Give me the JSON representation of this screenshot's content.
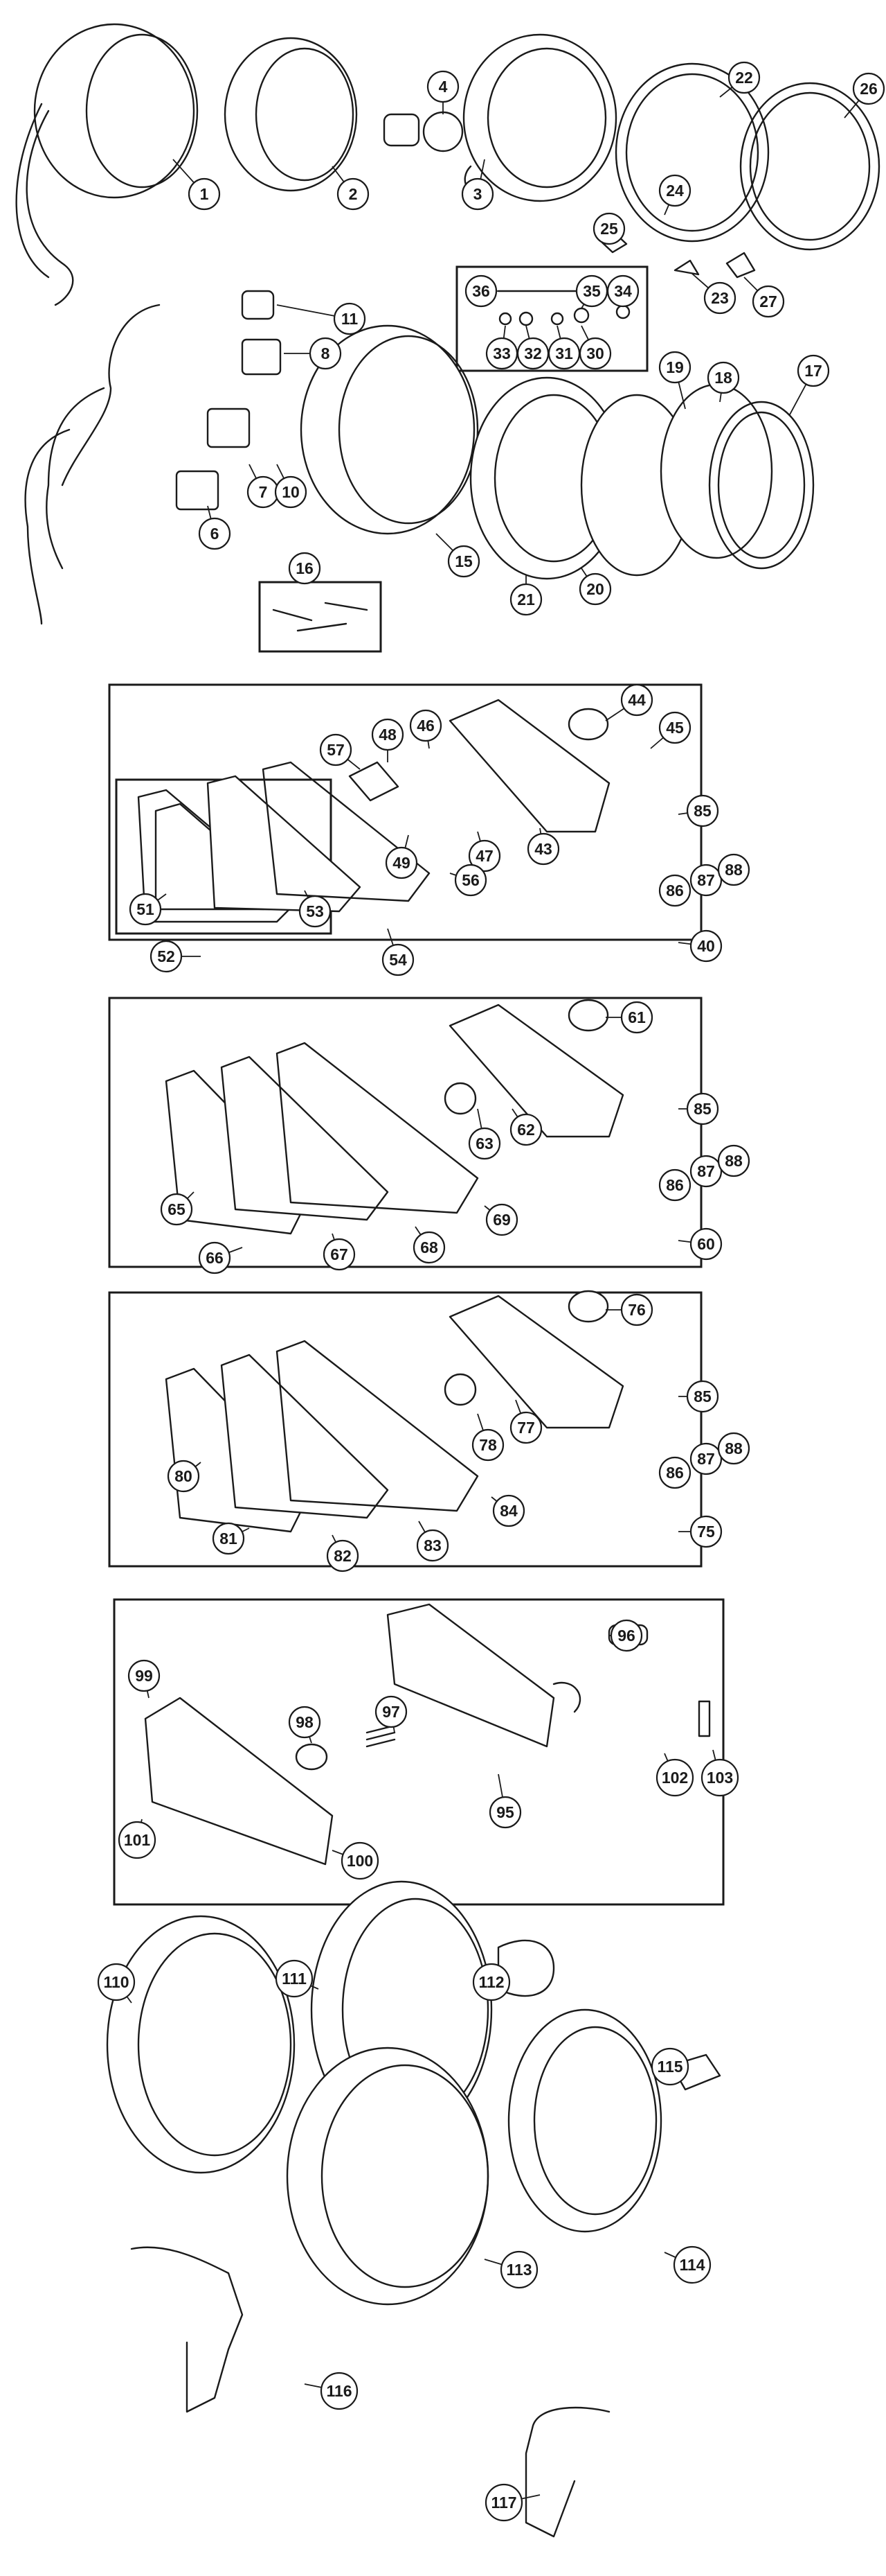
{
  "labels": [
    "1",
    "2",
    "3",
    "4",
    "6",
    "7",
    "8",
    "10",
    "11",
    "15",
    "16",
    "17",
    "18",
    "19",
    "20",
    "21",
    "22",
    "23",
    "24",
    "25",
    "26",
    "27",
    "30",
    "31",
    "32",
    "33",
    "34",
    "35",
    "36",
    "40",
    "43",
    "44",
    "45",
    "46",
    "47",
    "48",
    "49",
    "51",
    "52",
    "53",
    "54",
    "56",
    "57",
    "60",
    "61",
    "62",
    "63",
    "65",
    "66",
    "67",
    "68",
    "69",
    "75",
    "76",
    "77",
    "78",
    "80",
    "81",
    "82",
    "83",
    "84",
    "85",
    "86",
    "87",
    "88",
    "95",
    "96",
    "97",
    "98",
    "99",
    "100",
    "101",
    "102",
    "103",
    "110",
    "111",
    "112",
    "113",
    "114",
    "115",
    "116",
    "117"
  ],
  "group_85_88": [
    "85",
    "86",
    "87",
    "88"
  ]
}
